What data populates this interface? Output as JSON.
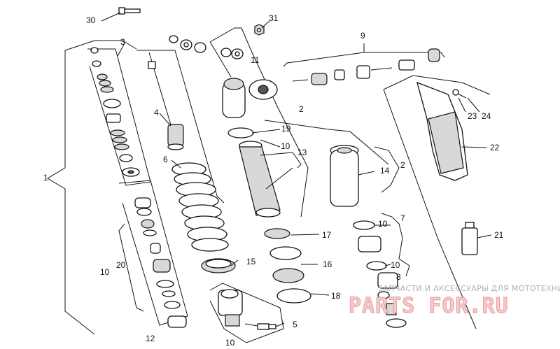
{
  "callouts": {
    "n1": "1",
    "n2a": "2",
    "n2b": "2",
    "n3": "3",
    "n4": "4",
    "n5": "5",
    "n6": "6",
    "n7": "7",
    "n8": "8",
    "n9": "9",
    "n10a": "10",
    "n10b": "10",
    "n10c": "10",
    "n10d": "10",
    "n10e": "10",
    "n11": "11",
    "n12": "12",
    "n13": "13",
    "n14": "14",
    "n15": "15",
    "n16": "16",
    "n17": "17",
    "n18": "18",
    "n19": "19",
    "n20": "20",
    "n21": "21",
    "n22": "22",
    "n23": "23",
    "n24": "24",
    "n30": "30",
    "n31": "31"
  },
  "watermark": {
    "tagline": "ЗАПЧАСТИ И АКСЕССУАРЫ ДЛЯ МОТОТЕХНИКИ",
    "brand": "PARTS FOR.RU"
  }
}
